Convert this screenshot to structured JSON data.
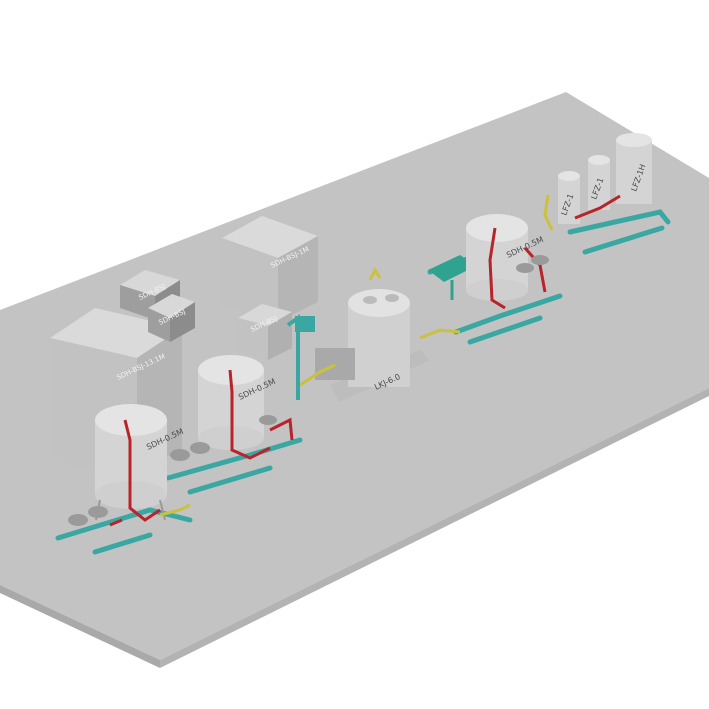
{
  "colors": {
    "floor": "#c3c3c3",
    "floor_edge": "#a9a9a9",
    "box_front": "#c6c6c6",
    "box_side": "#b2b2b2",
    "box_top": "#dcdcdc",
    "tank_body": "#d4d4d4",
    "pipe_red": "#b9232a",
    "pipe_teal": "#3aa7a3",
    "pipe_yellow": "#c9c23a",
    "panel_teal": "#2fa38f"
  },
  "labels": {
    "box_large_left": "SDH-BSJ-13.1M",
    "box_small_a": "SDH-BSJ",
    "box_small_b": "SDH-BSJ",
    "box_tall_mid": "SDH-BSJ-1M",
    "box_mid_small": "SDH-BSJ",
    "tank_1": "SDH-0.5M",
    "tank_2": "SDH-0.5M",
    "homogenizer": "LKJ-6.0",
    "tank_3": "SDH-0.5M",
    "filter_1": "LFZ-1",
    "filter_2": "LFZ-1",
    "filter_3": "LFZ-1H"
  }
}
